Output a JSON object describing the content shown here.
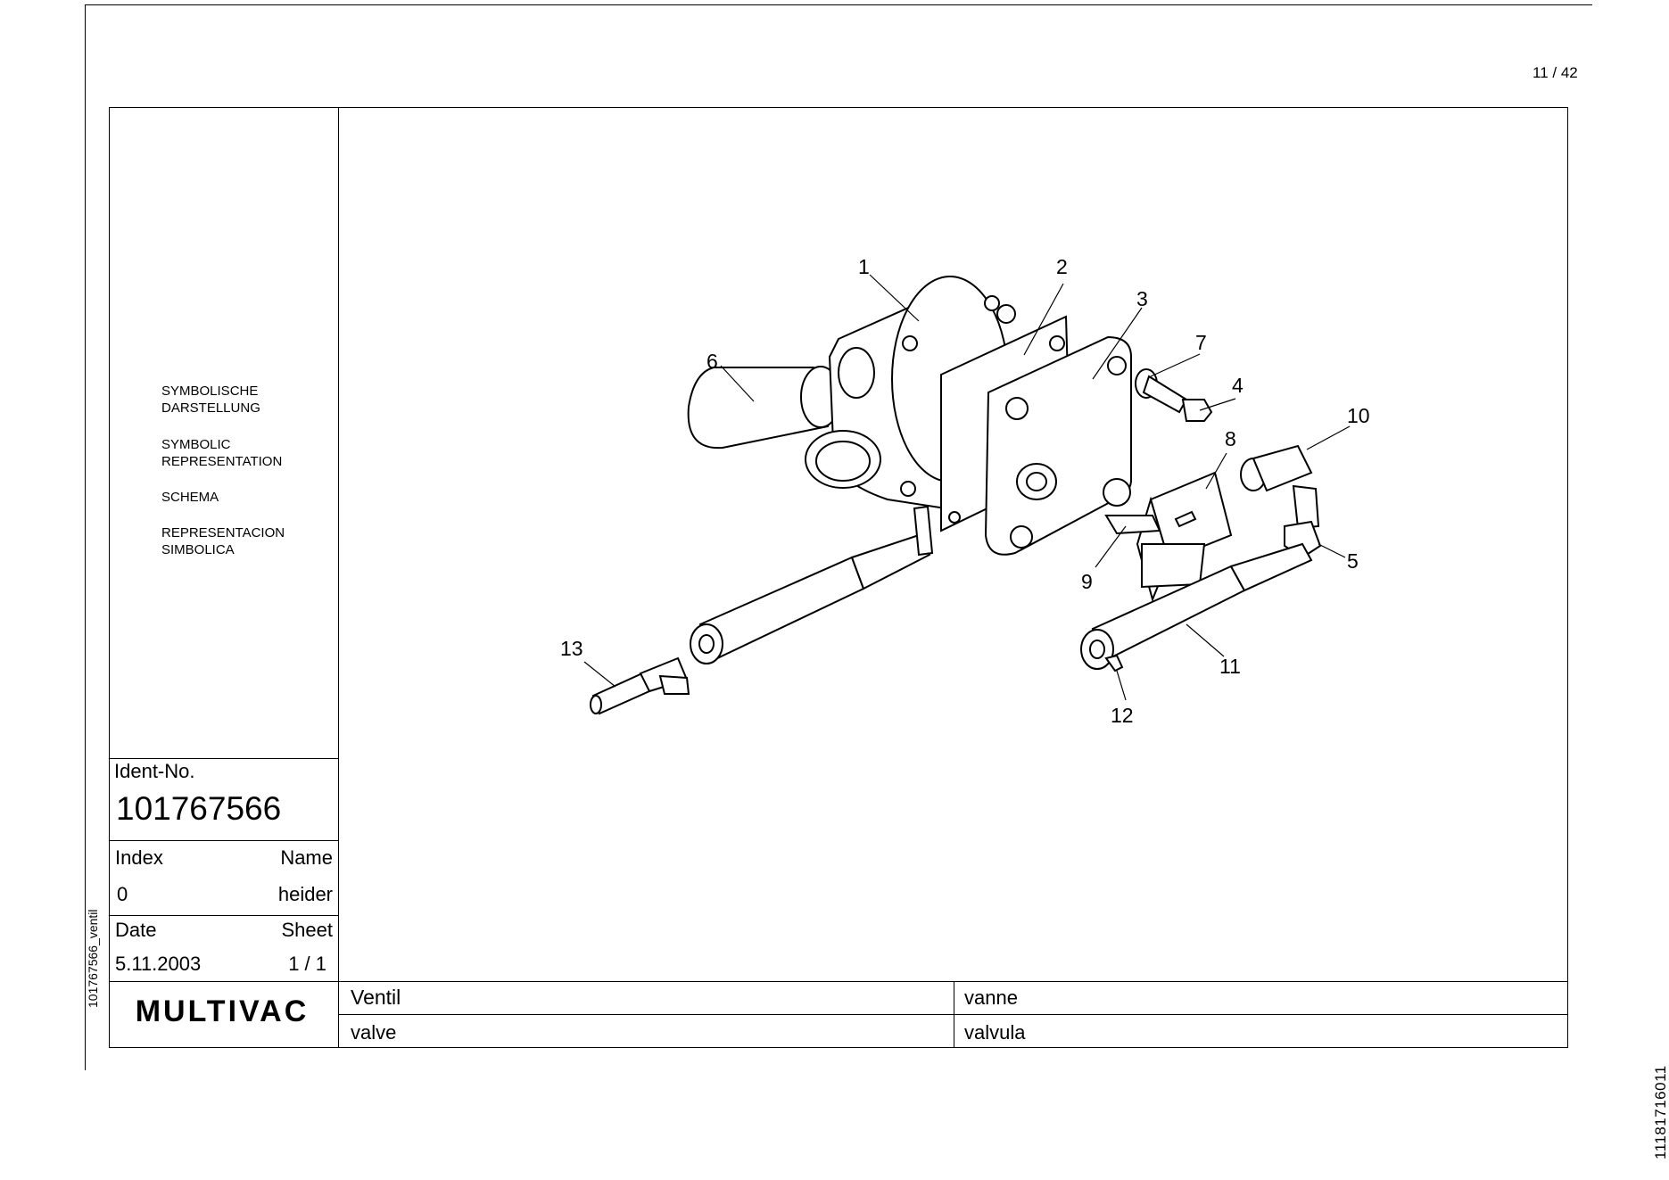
{
  "page": {
    "number": "11 / 42",
    "side_id": "101767566_ventil",
    "doc_id": "11181716011"
  },
  "symbolic": {
    "de": "SYMBOLISCHE\nDARSTELLUNG",
    "en": "SYMBOLIC\nREPRESENTATION",
    "fr": "SCHEMA",
    "es": "REPRESENTACION\nSIMBOLICA"
  },
  "title_block": {
    "ident_label": "Ident-No.",
    "ident_value": "101767566",
    "index_label": "Index",
    "name_label": "Name",
    "index_value": "0",
    "name_value": "heider",
    "date_label": "Date",
    "sheet_label": "Sheet",
    "date_value": "5.11.2003",
    "sheet_value": "1 / 1",
    "logo": "MULTIVAC",
    "title_de": "Ventil",
    "title_fr": "vanne",
    "title_en": "valve",
    "title_es": "valvula"
  },
  "callouts": [
    "1",
    "2",
    "3",
    "4",
    "5",
    "6",
    "7",
    "8",
    "9",
    "10",
    "11",
    "12",
    "13"
  ]
}
